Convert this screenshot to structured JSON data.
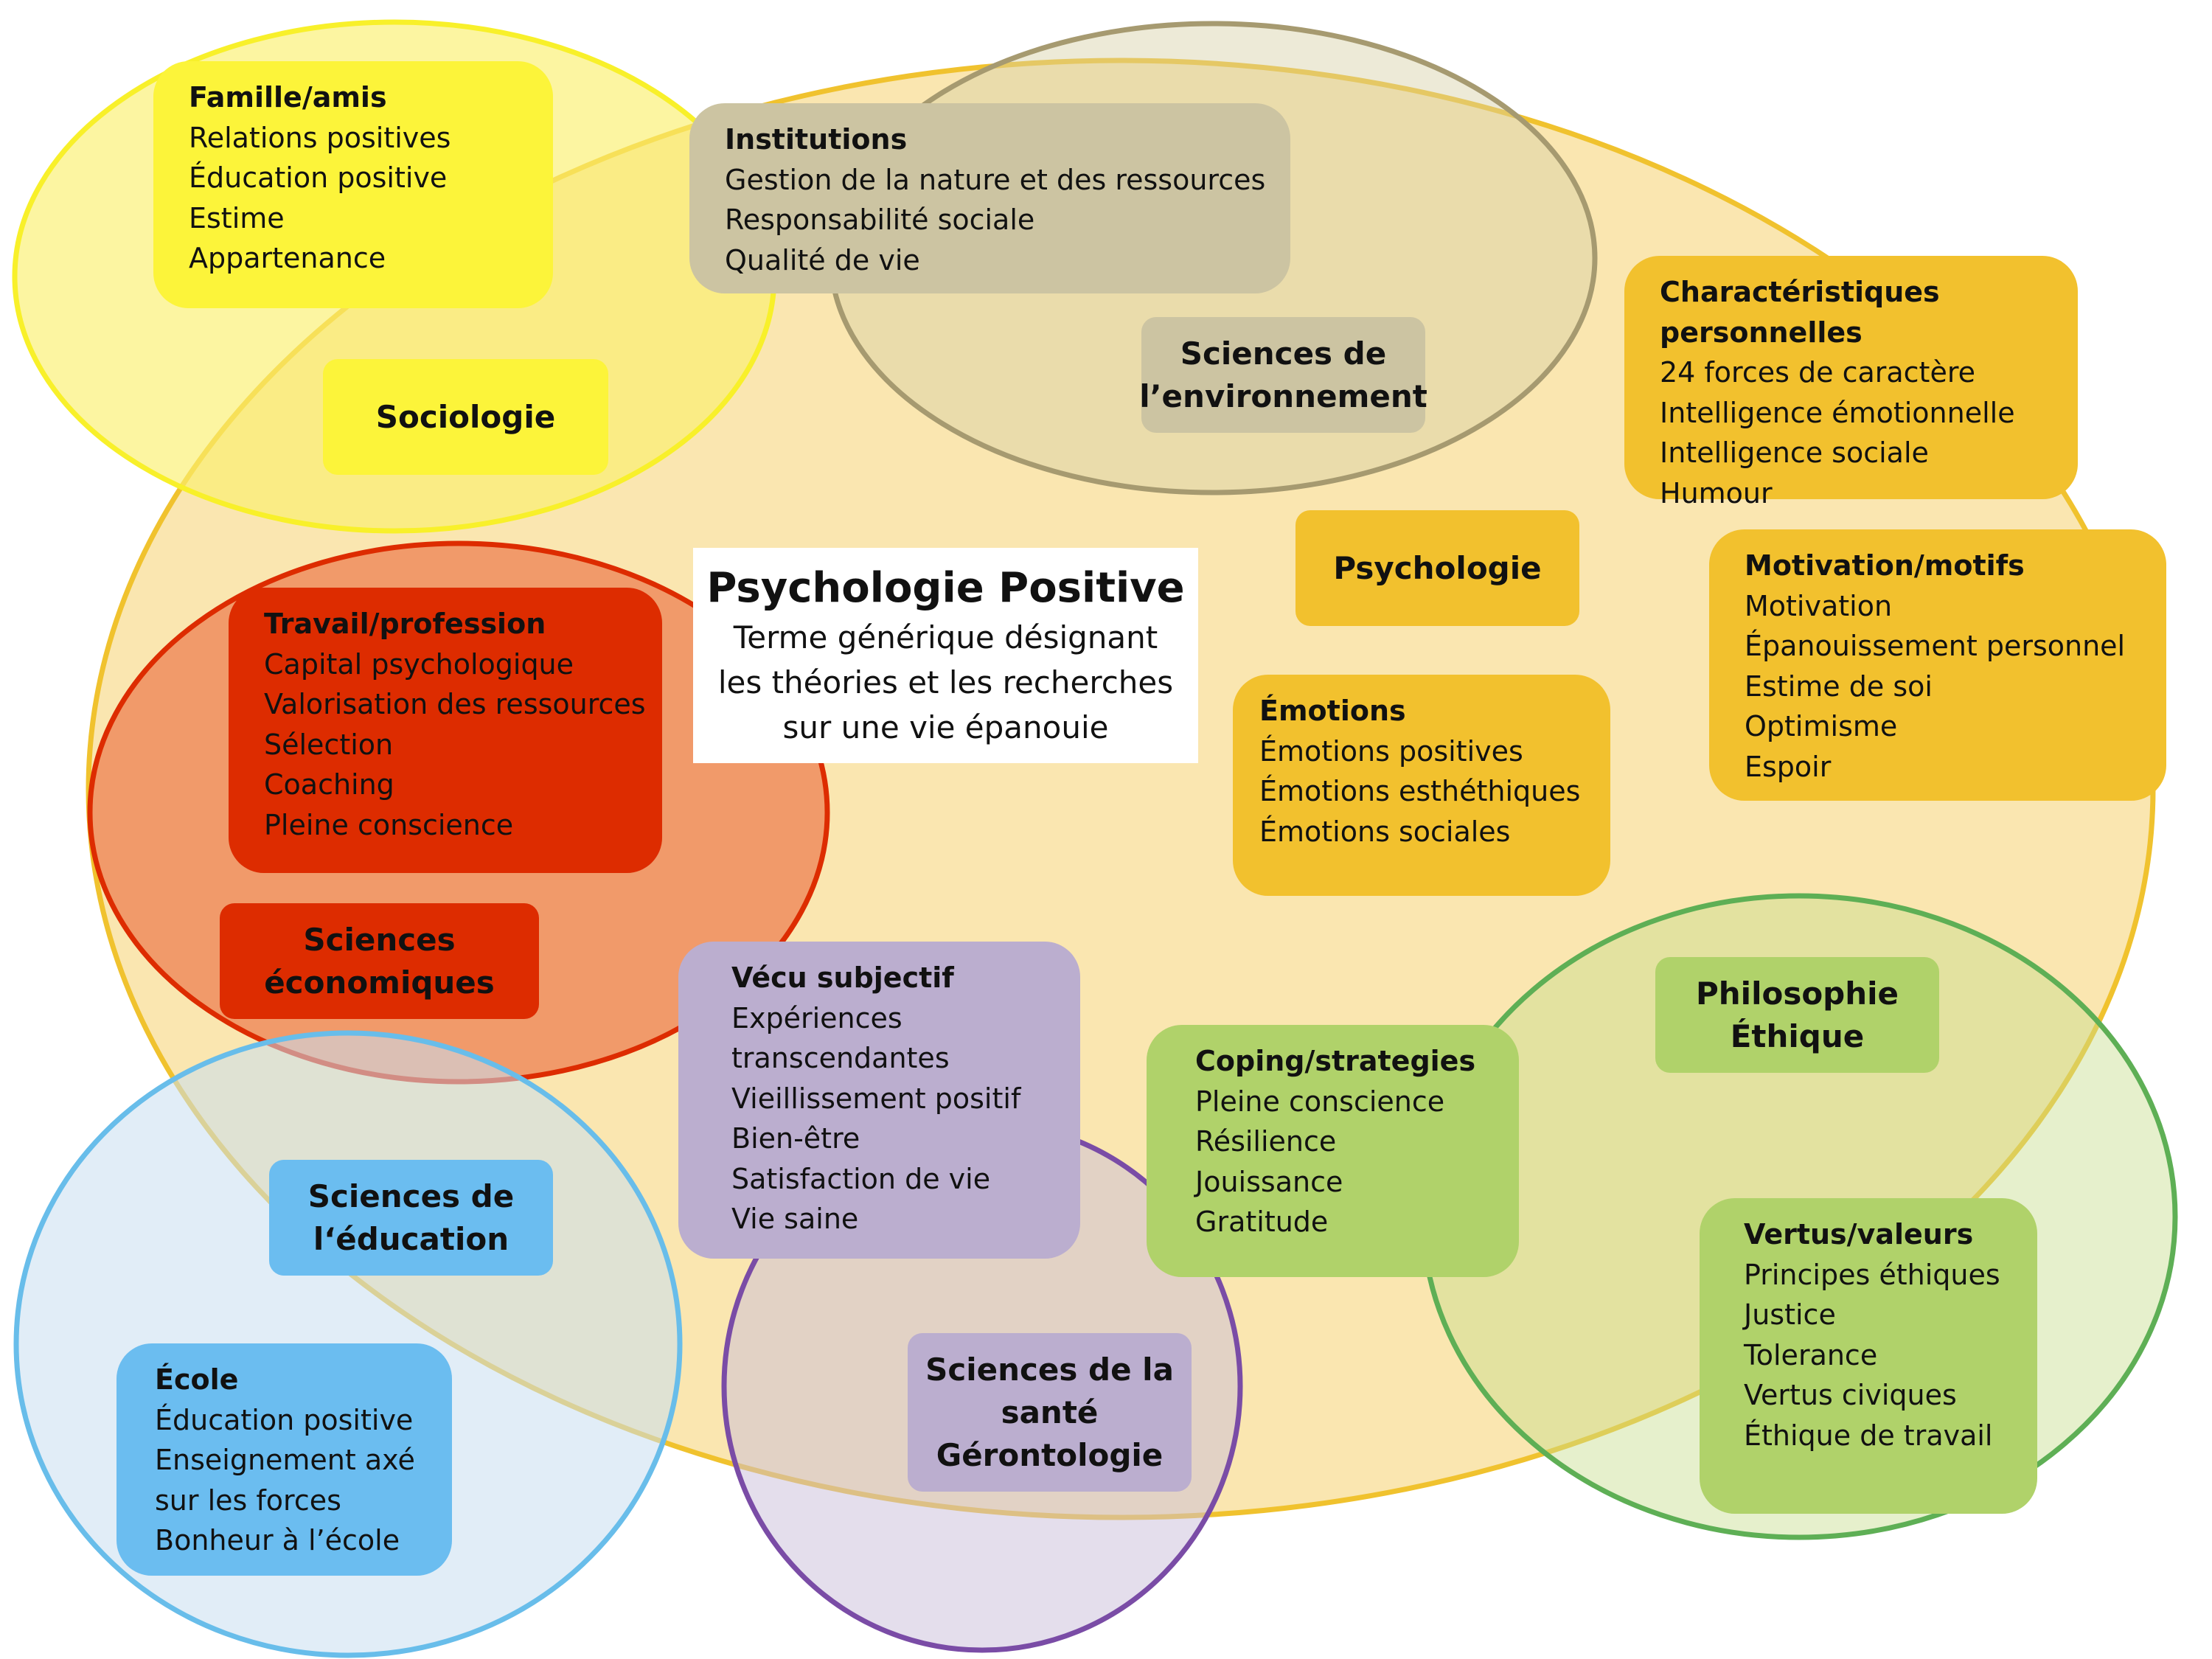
{
  "colors": {
    "yellow": "#FCF43A",
    "gold": "#F2C12E",
    "olive": "#CCC4A2",
    "red": "#DD2C00",
    "orange_circle": "#F19A6A",
    "purple": "#BBAECF",
    "green": "#B0D26A",
    "blue": "#6BBDF0",
    "main_ellipse": "#F8DE95"
  },
  "center": {
    "title": "Psychologie Positive",
    "subtitle_lines": [
      "Terme générique désignant",
      "les théories et les recherches",
      "sur une vie épanouie"
    ]
  },
  "fields": {
    "sociologie": [
      "Sociologie"
    ],
    "environnement": [
      "Sciences de",
      "l’environnement"
    ],
    "psychologie": [
      "Psychologie"
    ],
    "economiques": [
      "Sciences",
      "économiques"
    ],
    "philosophie": [
      "Philosophie",
      "Éthique"
    ],
    "education": [
      "Sciences de",
      "l‘éducation"
    ],
    "sante": [
      "Sciences de la",
      "santé",
      "Gérontologie"
    ]
  },
  "boxes": {
    "famille": {
      "title": "Famille/amis",
      "items": [
        "Relations positives",
        "Éducation positive",
        "Estime",
        "Appartenance"
      ]
    },
    "institutions": {
      "title": "Institutions",
      "items": [
        "Gestion de la nature et des ressources",
        "Responsabilité sociale",
        "Qualité de vie"
      ]
    },
    "caracteristiques": {
      "title": "Charactéristiques",
      "title2": "personnelles",
      "items": [
        "24 forces de caractère",
        "Intelligence émotionnelle",
        "Intelligence sociale",
        "Humour"
      ]
    },
    "motivation": {
      "title": "Motivation/motifs",
      "items": [
        "Motivation",
        "Épanouissement personnel",
        "Estime de soi",
        "Optimisme",
        "Espoir"
      ]
    },
    "travail": {
      "title": "Travail/profession",
      "items": [
        "Capital psychologique",
        "Valorisation des ressources",
        "Sélection",
        "Coaching",
        "Pleine conscience"
      ]
    },
    "emotions": {
      "title": "Émotions",
      "items": [
        "Émotions positives",
        "Émotions esthéthiques",
        "Émotions sociales"
      ]
    },
    "vecu": {
      "title": "Vécu subjectif",
      "items": [
        "Expériences",
        "transcendantes",
        "Vieillissement positif",
        "Bien-être",
        "Satisfaction de vie",
        "Vie saine"
      ]
    },
    "coping": {
      "title": "Coping/strategies",
      "items": [
        "Pleine conscience",
        "Résilience",
        "Jouissance",
        "Gratitude"
      ]
    },
    "vertus": {
      "title": "Vertus/valeurs",
      "items": [
        "Principes éthiques",
        "Justice",
        "Tolerance",
        "Vertus civiques",
        "Éthique de travail"
      ]
    },
    "ecole": {
      "title": "École",
      "items": [
        "Éducation positive",
        "Enseignement axé",
        "sur les forces",
        "Bonheur à l’école"
      ]
    }
  }
}
